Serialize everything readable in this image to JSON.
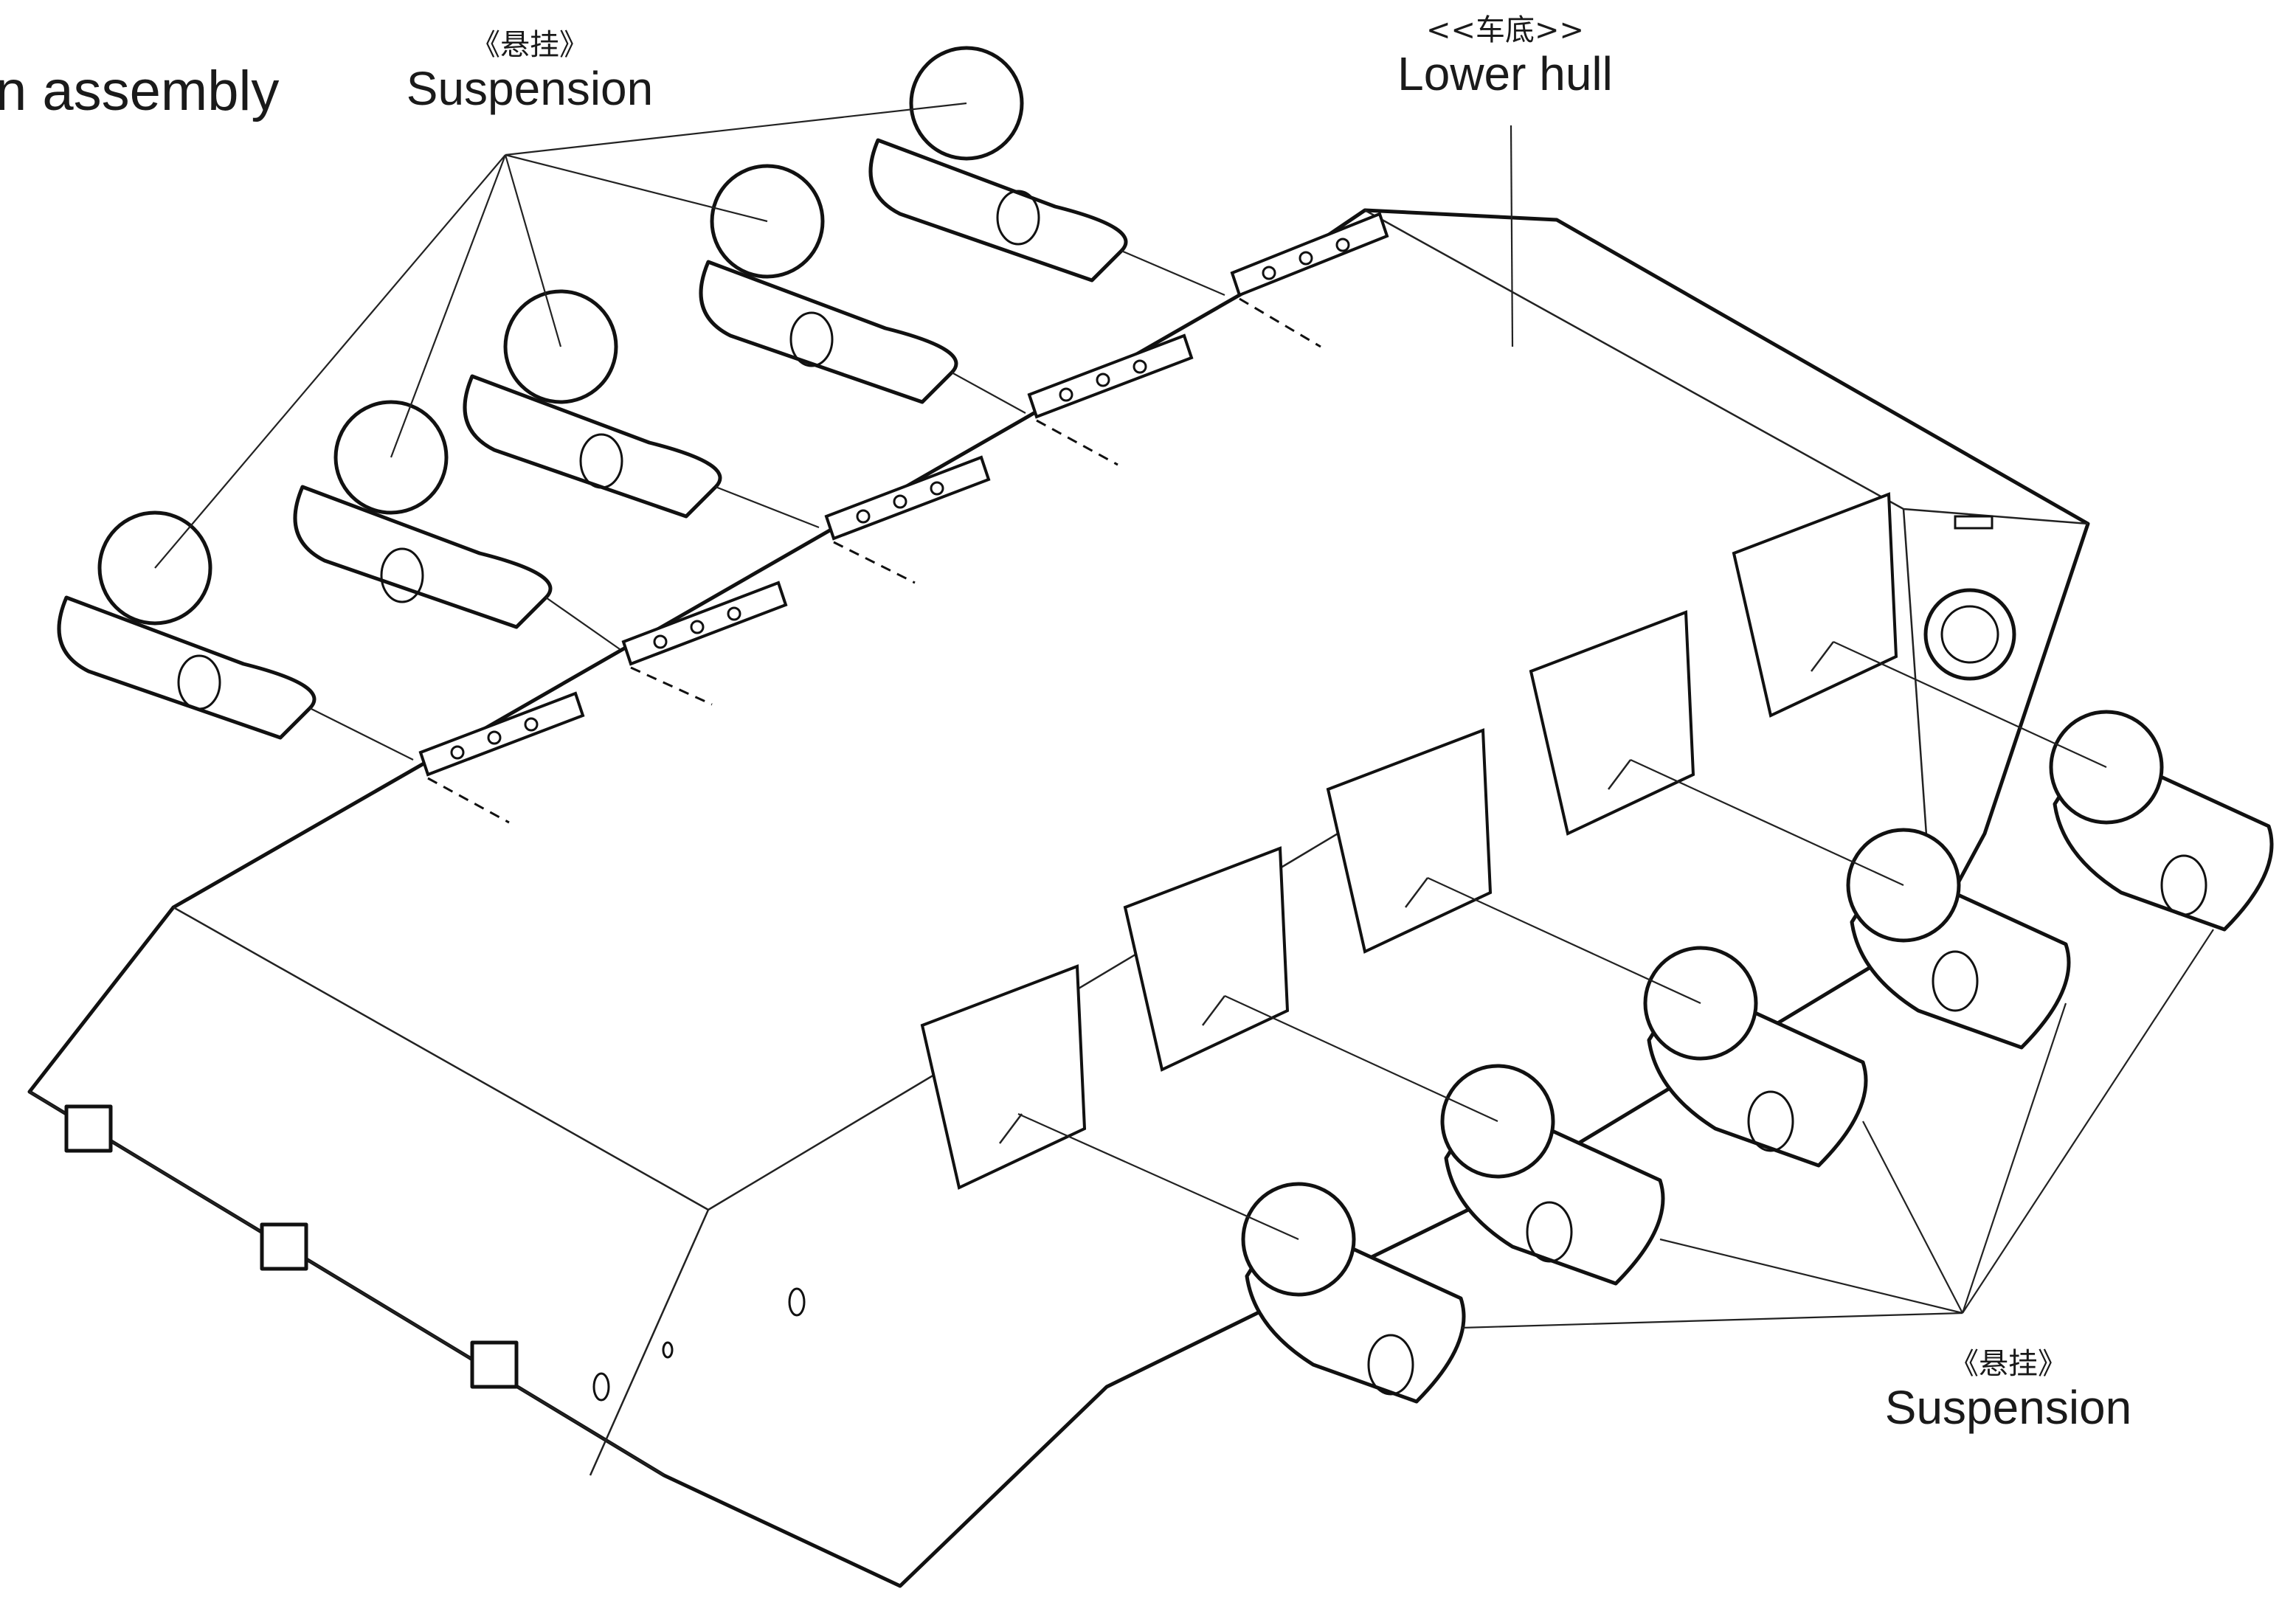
{
  "labels": {
    "assembly": "n assembly",
    "suspension_top_cn": "《悬挂》",
    "suspension_top_en": "Suspension",
    "lower_hull_cn": "<<车底>>",
    "lower_hull_en": "Lower hull",
    "suspension_bottom_cn": "《悬挂》",
    "suspension_bottom_en": "Suspension"
  },
  "parts": {
    "upper_suspension_units": 5,
    "lower_suspension_units": 5,
    "upper_mount_plates": 5,
    "lower_mount_brackets": 5
  }
}
